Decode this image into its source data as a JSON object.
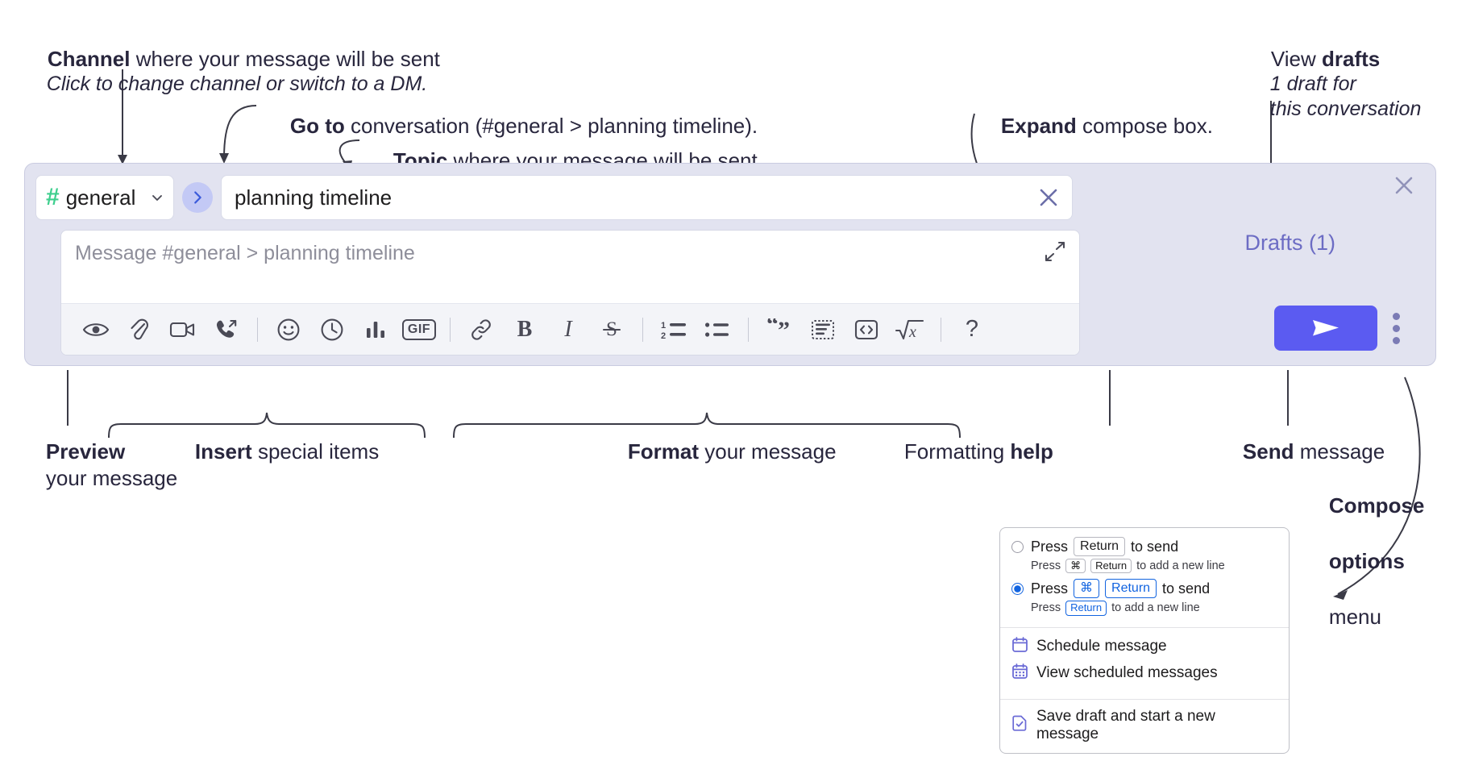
{
  "annotations": {
    "channel": {
      "bold": "Channel",
      "rest": " where your message will be sent",
      "sub": "Click to change channel or switch to a DM."
    },
    "goto": {
      "bold": "Go to",
      "rest": " conversation (#general > planning timeline)."
    },
    "topic": {
      "bold": "Topic",
      "rest": " where your message will be sent"
    },
    "expand": {
      "bold": "Expand",
      "rest": " compose box."
    },
    "drafts": {
      "pre": "View ",
      "bold": "drafts",
      "sub1": "1 draft for",
      "sub2": "this conversation"
    },
    "preview": {
      "bold": "Preview",
      "sub": "your message"
    },
    "insert": {
      "bold": "Insert",
      "rest": " special items"
    },
    "format": {
      "bold": "Format",
      "rest": " your message"
    },
    "help": {
      "pre": "Formatting ",
      "bold": "help"
    },
    "send": {
      "bold": "Send",
      "rest": " message"
    },
    "options": {
      "bold1": "Compose",
      "bold2": "options",
      "rest": "menu"
    }
  },
  "compose": {
    "channel_name": "general",
    "channel_hash": "#",
    "topic_value": "planning timeline",
    "message_placeholder": "Message #general > planning timeline",
    "drafts_label": "Drafts (1)",
    "toolbar": [
      {
        "id": "preview",
        "name": "eye-icon",
        "label": "Preview"
      },
      {
        "id": "attach",
        "name": "paperclip-icon",
        "label": "Attach file"
      },
      {
        "id": "video",
        "name": "video-camera-icon",
        "label": "Record video clip"
      },
      {
        "id": "audio",
        "name": "phone-arrow-icon",
        "label": "Record audio clip"
      },
      {
        "id": "emoji",
        "name": "smiley-icon",
        "label": "Emoji"
      },
      {
        "id": "reminder",
        "name": "clock-icon",
        "label": "Reminder"
      },
      {
        "id": "poll",
        "name": "bar-chart-icon",
        "label": "Poll"
      },
      {
        "id": "gif",
        "name": "gif-icon",
        "label": "GIF"
      },
      {
        "id": "link",
        "name": "link-icon",
        "label": "Link"
      },
      {
        "id": "bold",
        "name": "bold-icon",
        "label": "B"
      },
      {
        "id": "italic",
        "name": "italic-icon",
        "label": "I"
      },
      {
        "id": "strike",
        "name": "strikethrough-icon",
        "label": "Strikethrough"
      },
      {
        "id": "ol",
        "name": "ordered-list-icon",
        "label": "Ordered list"
      },
      {
        "id": "ul",
        "name": "bulleted-list-icon",
        "label": "Bulleted list"
      },
      {
        "id": "quote",
        "name": "blockquote-icon",
        "label": "Blockquote"
      },
      {
        "id": "codeblock",
        "name": "code-block-icon",
        "label": "Code block"
      },
      {
        "id": "code",
        "name": "inline-code-icon",
        "label": "Code"
      },
      {
        "id": "math",
        "name": "square-root-icon",
        "label": "Math"
      },
      {
        "id": "help",
        "name": "question-mark-icon",
        "label": "?"
      }
    ]
  },
  "options_menu": {
    "radio1": {
      "selected": false,
      "pre": "Press",
      "key": "Return",
      "post": "to send",
      "sub_pre": "Press",
      "sub_key1": "⌘",
      "sub_key2": "Return",
      "sub_post": "to add a new line"
    },
    "radio2": {
      "selected": true,
      "pre": "Press",
      "key1": "⌘",
      "key2": "Return",
      "post": "to send",
      "sub_pre": "Press",
      "sub_key": "Return",
      "sub_post": "to add a new line"
    },
    "items": [
      {
        "label": "Schedule message",
        "icon": "calendar-icon"
      },
      {
        "label": "View scheduled messages",
        "icon": "calendar-grid-icon"
      },
      {
        "label": "Save draft and start a new message",
        "icon": "document-check-icon"
      }
    ]
  },
  "colors": {
    "panel_bg": "#e2e3f0",
    "send_button": "#5b5bf1",
    "hash_green": "#3ecf8e",
    "goto_circle": "#c3c9f5",
    "drafts_text": "#6c6cc4",
    "accent_blue": "#1264e0"
  }
}
